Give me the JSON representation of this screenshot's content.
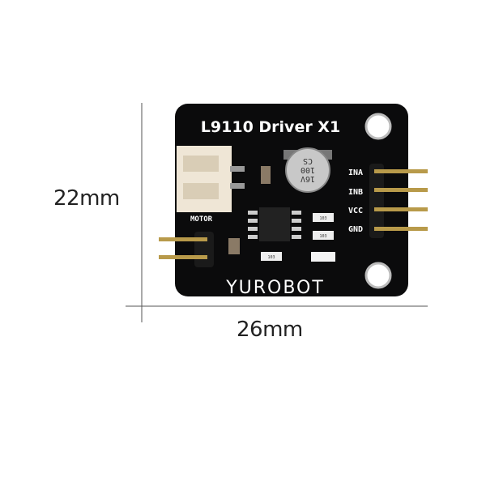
{
  "dimensions": {
    "height_label": "22mm",
    "width_label": "26mm"
  },
  "board": {
    "title": "L9110 Driver X1",
    "brand": "YUROBOT",
    "motor_label": "MOTOR",
    "pin_labels": [
      "INA",
      "INB",
      "VCC",
      "GND"
    ],
    "capacitor_text": [
      "16V",
      "100",
      "CS"
    ],
    "resistor_codes": [
      "103",
      "103",
      "103"
    ],
    "colors": {
      "pcb": "#0b0b0c",
      "silkscreen": "#ffffff",
      "pins": "#b89a4a",
      "connector": "#efe6d6"
    }
  }
}
